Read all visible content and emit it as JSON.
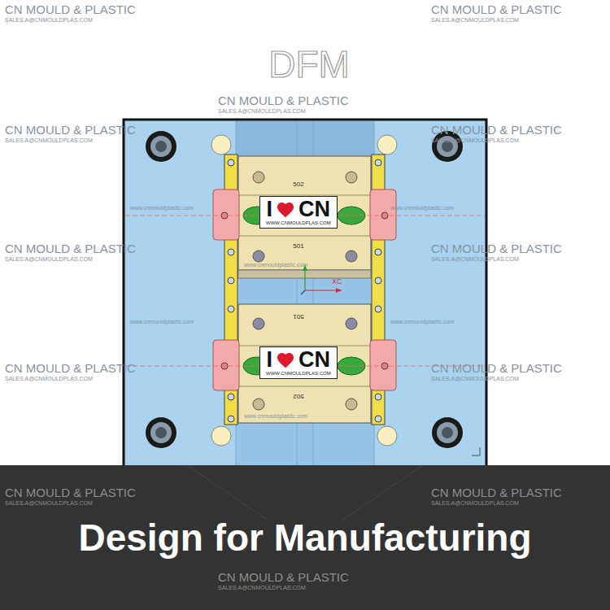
{
  "diagram": {
    "title": "DFM",
    "caption": "Design for Manufacturing",
    "nodes": [
      {
        "text": [
          "I",
          "CN",
          "WWW.CNMOULDPLAS.COM"
        ]
      },
      {
        "text": [
          "I",
          "CN",
          "WWW.CNMOULDPLAS.COM"
        ]
      }
    ],
    "labels": [
      "CN MOULD & PLASTIC",
      "SALES.A@CNMOULDPLAS.COM",
      "CN MOULD & PLASTIC",
      "SALES.A@CNMOULDPLAS.COM",
      "CN MOULD & PLASTIC",
      "SALES.A@CNMOULDPLAS.COM",
      "CN MOULD & PLASTIC",
      "SALES.A@CNMOULDPLAS.COM",
      "CN MOULD & PLASTIC",
      "SALES.A@CNMOULDPLAS.COM",
      "502",
      "www.cnmouldplastic.com",
      "www.cnmouldplastic.com",
      "CN MOULD & PLASTIC",
      "SALES.A@CNMOULDPLAS.COM",
      "CN MOULD & PLASTIC",
      "SALES.A@CNMOULDPLAS.COM",
      "501",
      "www.cnmouldplastic.com",
      "XC",
      "www.cnmouldplastic.com",
      "www.cnmouldplastic.com",
      "501",
      "CN MOULD & PLASTIC",
      "SALES.A@CNMOULDPLAS.COM",
      "CN MOULD & PLASTIC",
      "SALES.A@CNMOULDPLAS.COM",
      "502",
      "www.cnmouldplastic.com",
      "CN MOULD & PLASTIC",
      "SALES.A@CNMOULDPLAS.COM",
      "CN MOULD & PLASTIC",
      "SALES.A@CNMOULDPLAS.COM",
      "CN MOULD & PLASTIC",
      "SALES.A@CNMOULDPLAS.COM"
    ]
  }
}
